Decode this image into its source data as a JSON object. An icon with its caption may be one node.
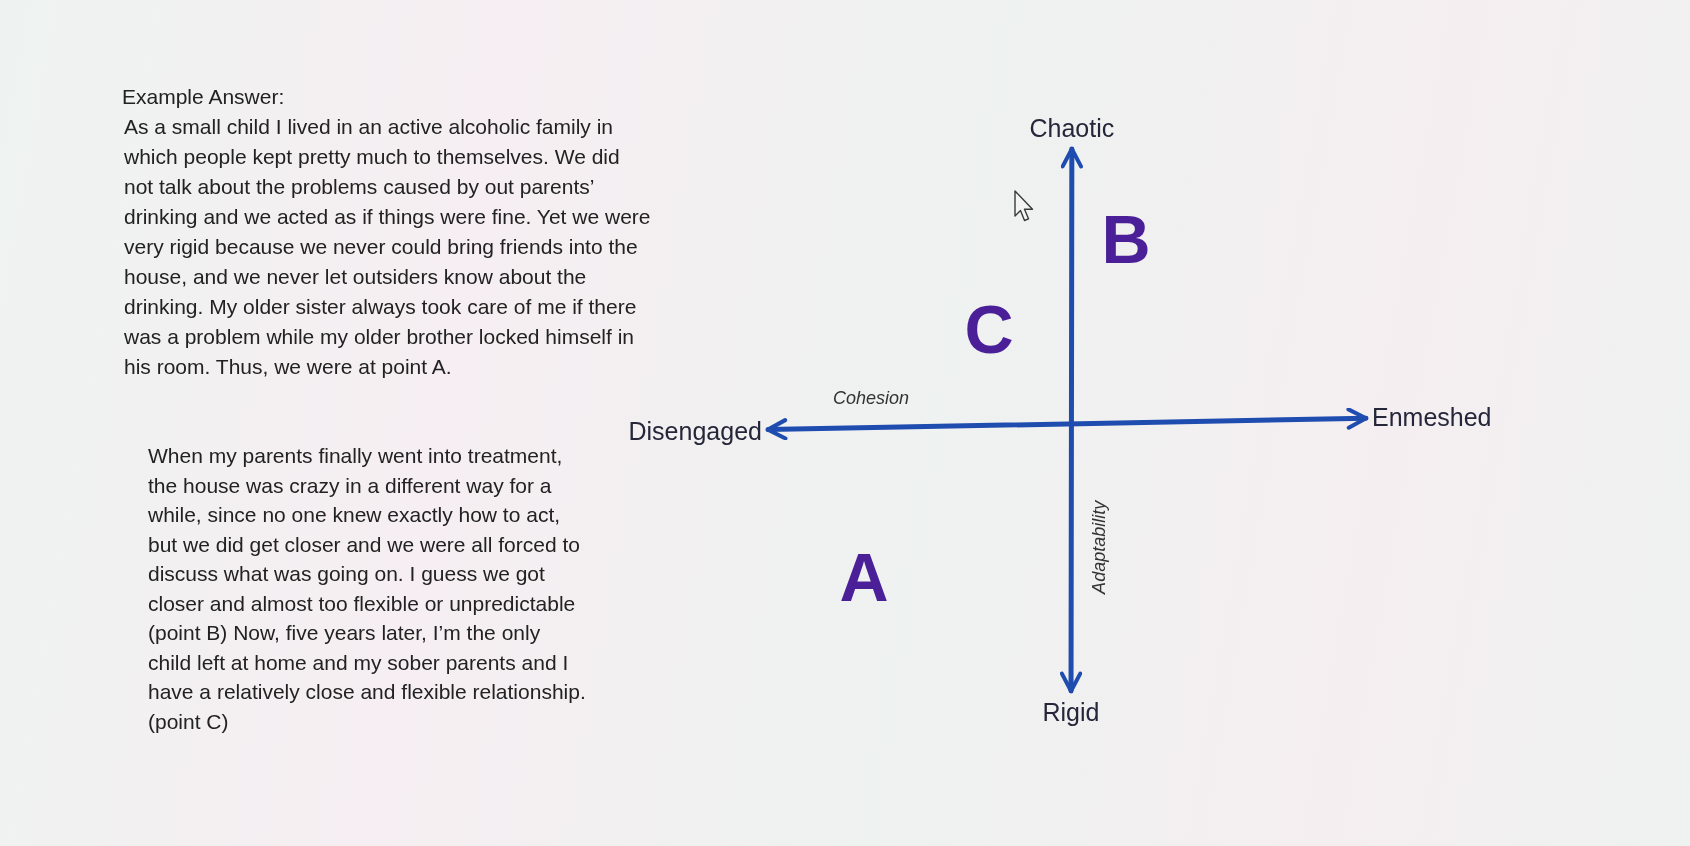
{
  "diagram": {
    "title": "Example Answer:",
    "nodes": [
      {
        "text": [
          "Chaotic"
        ]
      },
      {
        "text": [
          "Disengaged"
        ]
      },
      {
        "text": [
          "Enmeshed"
        ]
      },
      {
        "text": [
          "Rigid"
        ]
      }
    ],
    "edges": [
      {
        "from": 1,
        "to": 2,
        "arrow": "both",
        "label": "Cohesion"
      },
      {
        "from": 3,
        "to": 0,
        "arrow": "both",
        "label": "Adaptability"
      }
    ],
    "labels": [
      "As a small child I lived in an active alcoholic family in which people kept pretty much to themselves. We did not talk about the problems caused by out parents’ drinking and we acted as if things were fine. Yet we were very rigid because we never could bring friends into the house, and we never let outsiders know about the drinking. My older sister always took care of me if there was a problem while my older brother locked himself in his room. Thus, we were at point A.",
      "When my parents finally went into treatment, the house was crazy in a different way for a while, since no one knew exactly how to act, but we did get closer and we were all forced to discuss what was going on. I guess we got closer and almost too flexible or unpredictable (point B) Now, five years later, I’m the only child left at home and my sober parents and I have a relatively close and flexible relationship. (point C)",
      "B",
      "C",
      "A"
    ]
  }
}
